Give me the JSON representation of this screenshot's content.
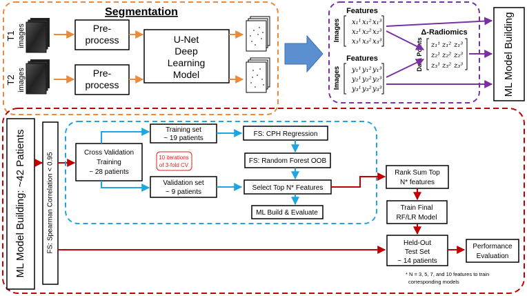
{
  "segmentation": {
    "title": "Segmentation",
    "t1": "T1",
    "t2": "T2",
    "images_label": "images",
    "preprocess_line1": "Pre-",
    "preprocess_line2": "process",
    "unet_line1": "U-Net",
    "unet_line2": "Deep",
    "unet_line3": "Learning",
    "unet_line4": "Model"
  },
  "features_panel": {
    "features_label": "Features",
    "images_label": "Images",
    "x_matrix": [
      [
        "x₁¹",
        "x₁²",
        "x₁³"
      ],
      [
        "x₂¹",
        "x₂²",
        "x₂³"
      ],
      [
        "x₃¹",
        "x₃²",
        "x₃³"
      ]
    ],
    "y_matrix": [
      [
        "y₁¹",
        "y₁²",
        "y₁³"
      ],
      [
        "y₂¹",
        "y₂²",
        "y₂³"
      ],
      [
        "y₃¹",
        "y₃²",
        "y₃³"
      ]
    ],
    "delta_radiomics": "Δ-Radiomics",
    "data_points": "Data Points",
    "z_matrix": [
      [
        "z₁¹",
        "z₁²",
        "z₁³"
      ],
      [
        "z₂¹",
        "z₂²",
        "z₂³"
      ],
      [
        "z₃¹",
        "z₃²",
        "z₃³"
      ]
    ]
  },
  "ml_building_box": "ML Model Building",
  "bottom": {
    "side_title": "ML Model Building: ~42 Patients",
    "fs_spearman": "FS: Spearman Correlation < 0.95",
    "cv_line1": "Cross Validation",
    "cv_line2": "Training",
    "cv_line3": "~ 28 patients",
    "iter_line1": "10 iterations",
    "iter_line2": "of 3-fold CV",
    "train_line1": "Training set",
    "train_line2": "~ 19 patients",
    "val_line1": "Validation set",
    "val_line2": "~ 9 patients",
    "cph": "FS: CPH Regression",
    "rf_oob": "FS: Random Forest OOB",
    "select_top": "Select Top N* Features",
    "ml_build": "ML Build & Evaluate",
    "rank_line1": "Rank Sum Top",
    "rank_line2": "N* features",
    "final_line1": "Train Final",
    "final_line2": "RF/LR Model",
    "held_line1": "Held-Out",
    "held_line2": "Test Set",
    "held_line3": "~ 14 patients",
    "perf_line1": "Performance",
    "perf_line2": "Evaluation",
    "footnote_line1": "* N = 3, 5, 7, and 10 features to train",
    "footnote_line2": "corresponding models"
  },
  "colors": {
    "orange": "#e98a3c",
    "purple": "#7a30a0",
    "darkred": "#c00000",
    "blue": "#1fa6e0",
    "bluearrow": "#5b8fd0",
    "iter_red": "#e0201a"
  }
}
